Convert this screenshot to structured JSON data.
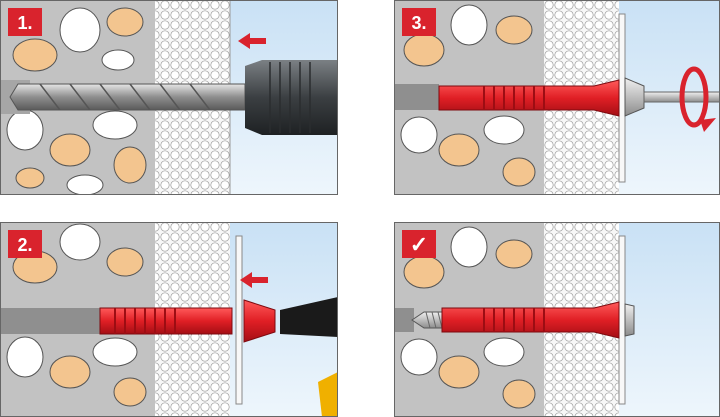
{
  "steps": [
    {
      "id": "step-1",
      "label": "1."
    },
    {
      "id": "step-2",
      "label": "2."
    },
    {
      "id": "step-3",
      "label": "3."
    },
    {
      "id": "step-4",
      "label": "✓"
    }
  ],
  "colors": {
    "badge": "#d9232d",
    "anchor": "#e01f25",
    "anchor_dark": "#b5121b",
    "stone": "#bcbcbc",
    "stone_light": "#f3f3f3",
    "pebble_tan": "#f3c58f",
    "insulation": "#f2f2f2",
    "air": "#dfeefa",
    "arrow": "#d9232d",
    "drill": "#8e8e8e",
    "chuck": "#4b4f52"
  },
  "icons": {
    "step-1": [
      "drill-bit-icon",
      "drill-chuck-icon",
      "push-arrow-icon"
    ],
    "step-2": [
      "anchor-sleeve-icon",
      "hammer-handle-icon",
      "push-arrow-icon"
    ],
    "step-3": [
      "anchor-sleeve-icon",
      "screw-icon",
      "rotate-arrow-icon"
    ],
    "step-4": [
      "anchor-sleeve-icon",
      "screw-tip-icon",
      "checkmark-icon"
    ]
  }
}
